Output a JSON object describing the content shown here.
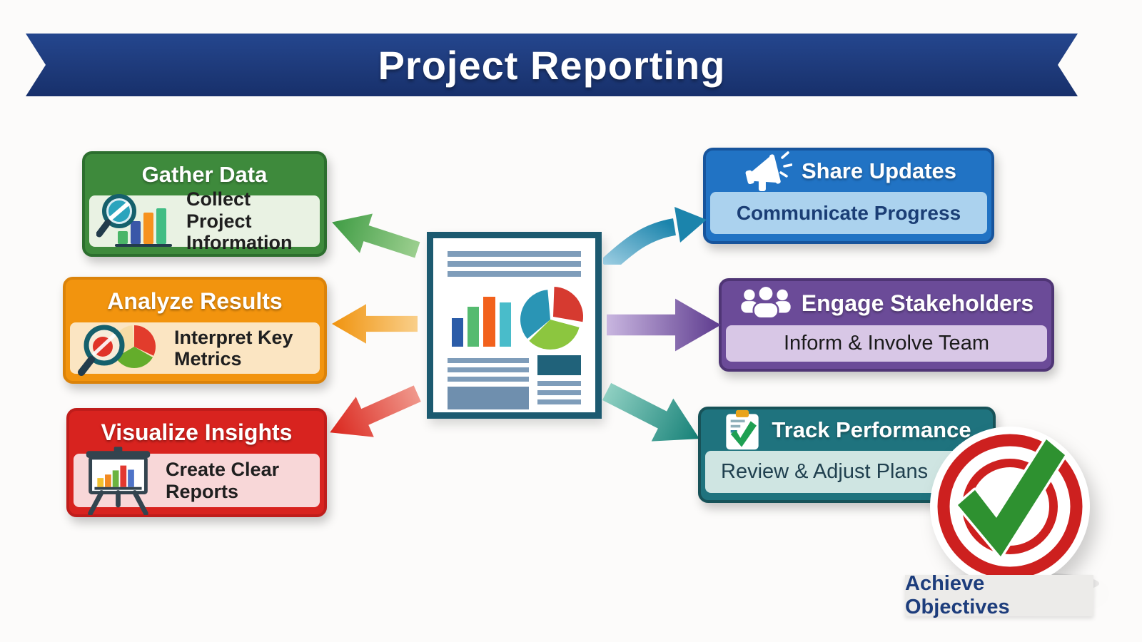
{
  "banner": {
    "title": "Project Reporting",
    "bg_color": "#1e3a7a",
    "text_color": "#ffffff"
  },
  "center": {
    "icon": "report-document-icon",
    "border_color": "#1c5a70"
  },
  "left_boxes": [
    {
      "title": "Gather Data",
      "subtitle": "Collect Project Information",
      "icon": "magnifier-bar-chart-icon",
      "header_color": "#3e8a3c",
      "border_color": "#2c6e2e",
      "body_color": "#e9f2e3",
      "subtitle_color": "#1f1f1f",
      "arrow_color": "#3f9c44",
      "arrow_direction": "up-left"
    },
    {
      "title": "Analyze Results",
      "subtitle": "Interpret Key Metrics",
      "icon": "magnifier-pie-chart-icon",
      "header_color": "#f2940e",
      "border_color": "#db830a",
      "body_color": "#fbe5c2",
      "subtitle_color": "#1f1f1f",
      "arrow_color": "#f0930e",
      "arrow_direction": "left"
    },
    {
      "title": "Visualize Insights",
      "subtitle": "Create Clear Reports",
      "icon": "presentation-chart-icon",
      "header_color": "#d8231f",
      "border_color": "#bf1d1b",
      "body_color": "#f8d7d8",
      "subtitle_color": "#1f1f1f",
      "arrow_color": "#da251c",
      "arrow_direction": "down-left"
    }
  ],
  "right_boxes": [
    {
      "title": "Share Updates",
      "subtitle": "Communicate Progress",
      "icon": "megaphone-icon",
      "header_color": "#2173c4",
      "border_color": "#17549c",
      "body_color": "#abd2ee",
      "subtitle_color": "#1b3e75",
      "arrow_color": "#1b84ac",
      "arrow_direction": "curved-up-right"
    },
    {
      "title": "Engage Stakeholders",
      "subtitle": "Inform & Involve Team",
      "icon": "people-icon",
      "header_color": "#6b4b98",
      "border_color": "#4f3575",
      "body_color": "#d8c7e6",
      "subtitle_color": "#1b1b1b",
      "arrow_color": "#5d3b8e",
      "arrow_direction": "right"
    },
    {
      "title": "Track Performance",
      "subtitle": "Review & Adjust Plans",
      "icon": "clipboard-check-icon",
      "header_color": "#1f737e",
      "border_color": "#175258",
      "body_color": "#cfe5e2",
      "subtitle_color": "#20404f",
      "arrow_color": "#158077",
      "arrow_direction": "down-right"
    }
  ],
  "badge": {
    "label": "Achieve Objectives",
    "icon": "target-checkmark-icon",
    "ring_color": "#cd201f",
    "check_color": "#2e9130",
    "label_color": "#1d3d7c",
    "label_bg": "#ecebe9"
  }
}
